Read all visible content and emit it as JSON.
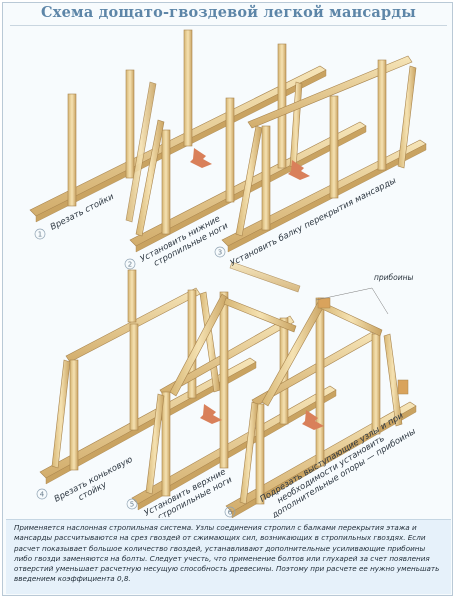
{
  "title": "Схема дощато-гвоздевой легкой мансарды",
  "steps": [
    {
      "num": "1",
      "line1": "Врезать стойки",
      "line2": ""
    },
    {
      "num": "2",
      "line1": "Установить нижние",
      "line2": "стропильные ноги"
    },
    {
      "num": "3",
      "line1": "Установить балку перекрытия мансарды",
      "line2": ""
    },
    {
      "num": "4",
      "line1": "Врезать коньковую",
      "line2": "стойку"
    },
    {
      "num": "5",
      "line1": "Установить верхние",
      "line2": "стропильные ноги"
    },
    {
      "num": "6",
      "line1": "Подрезать выступающие узлы и при",
      "line2": "необходимости установить",
      "line3": "дополнительные опоры — прибоины"
    }
  ],
  "callout": "прибоины",
  "description": "Применяется наслонная стропильная система. Узлы соединения стропил с балками перекрытия этажа и мансарды рассчитываются на срез гвоздей от сжимающих сил, возникающих в стропильных гвоздях. Если расчет показывает большое количество гвоздей, устанавливают дополнительные усиливающие прибоины либо гвозди заменяются на болты. Следует учесть, что применение болтов или глухарей за счет появления отверстий уменьшает расчетную несущую способность древесины. Поэтому при расчете ее нужно уменьшать введением коэффициента 0,8.",
  "colors": {
    "wood_light": "#f3dfae",
    "wood_mid": "#e2c283",
    "wood_dark": "#b8935a",
    "arrow": "#d9805a",
    "title": "#5d86a8"
  }
}
